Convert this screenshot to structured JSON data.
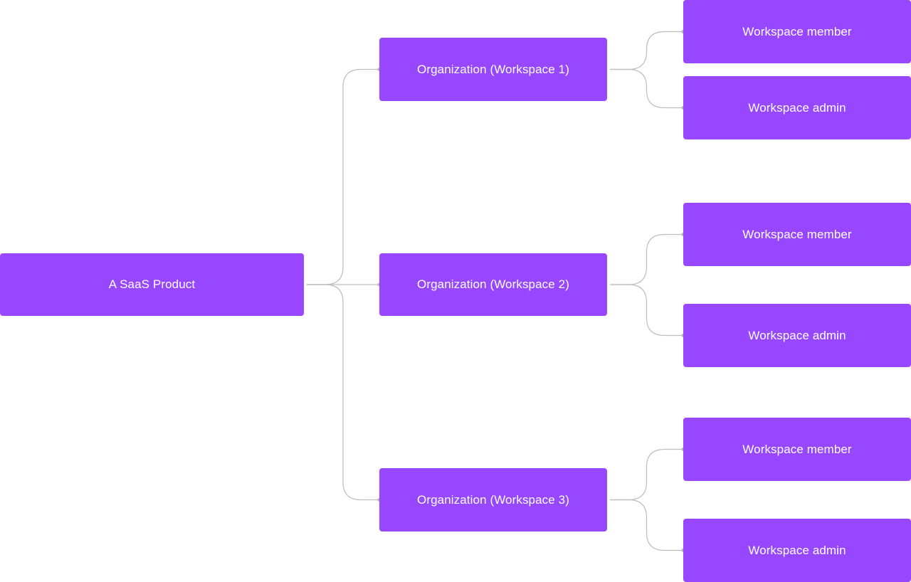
{
  "theme": {
    "node_color": "#9747ff",
    "connector_color": "#bdbdbd"
  },
  "root": {
    "label": "A SaaS Product"
  },
  "organizations": [
    {
      "label": "Organization (Workspace 1)",
      "children": [
        {
          "label": "Workspace member"
        },
        {
          "label": "Workspace admin"
        }
      ]
    },
    {
      "label": "Organization (Workspace 2)",
      "children": [
        {
          "label": "Workspace member"
        },
        {
          "label": "Workspace admin"
        }
      ]
    },
    {
      "label": "Organization (Workspace 3)",
      "children": [
        {
          "label": "Workspace member"
        },
        {
          "label": "Workspace admin"
        }
      ]
    }
  ]
}
